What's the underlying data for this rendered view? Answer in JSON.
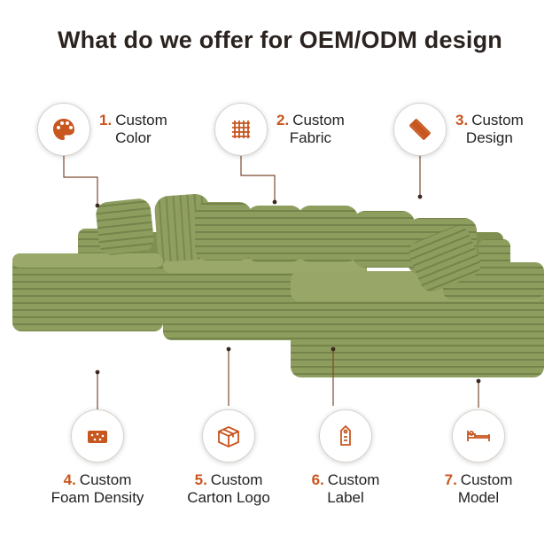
{
  "title": "What do we offer for OEM/ODM design",
  "colors": {
    "accent": "#c8561f",
    "sofa": "#8a9a5b",
    "text": "#222222"
  },
  "features": [
    {
      "num": "1.",
      "line1": "Custom",
      "line2": "Color",
      "icon": "palette-icon"
    },
    {
      "num": "2.",
      "line1": "Custom",
      "line2": "Fabric",
      "icon": "fabric-icon"
    },
    {
      "num": "3.",
      "line1": "Custom",
      "line2": "Design",
      "icon": "pencil-ruler-icon"
    },
    {
      "num": "4.",
      "line1": "Custom",
      "line2": "Foam Density",
      "icon": "foam-icon"
    },
    {
      "num": "5.",
      "line1": "Custom",
      "line2": "Carton Logo",
      "icon": "carton-box-icon"
    },
    {
      "num": "6.",
      "line1": "Custom",
      "line2": "Label",
      "icon": "tag-icon"
    },
    {
      "num": "7.",
      "line1": "Custom",
      "line2": "Model",
      "icon": "bed-icon"
    }
  ]
}
